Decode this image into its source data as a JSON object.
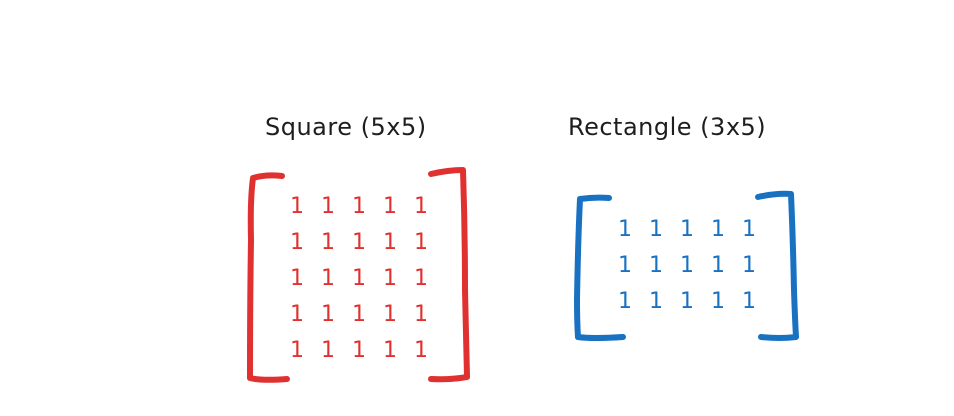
{
  "square": {
    "title": "Square (5x5)",
    "color": "#e03131",
    "rows": [
      [
        "1",
        "1",
        "1",
        "1",
        "1"
      ],
      [
        "1",
        "1",
        "1",
        "1",
        "1"
      ],
      [
        "1",
        "1",
        "1",
        "1",
        "1"
      ],
      [
        "1",
        "1",
        "1",
        "1",
        "1"
      ],
      [
        "1",
        "1",
        "1",
        "1",
        "1"
      ]
    ]
  },
  "rectangle": {
    "title": "Rectangle (3x5)",
    "color": "#1971c2",
    "rows": [
      [
        "1",
        "1",
        "1",
        "1",
        "1"
      ],
      [
        "1",
        "1",
        "1",
        "1",
        "1"
      ],
      [
        "1",
        "1",
        "1",
        "1",
        "1"
      ]
    ]
  }
}
